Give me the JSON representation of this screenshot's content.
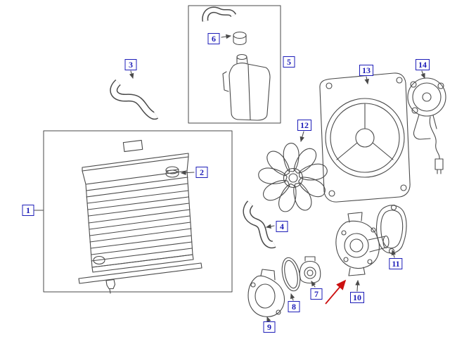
{
  "diagram": {
    "colors": {
      "label": "#1d1db8",
      "line": "#4a4a4a",
      "pointer": "#cc1111",
      "background": "#ffffff"
    },
    "labels": [
      {
        "num": "1"
      },
      {
        "num": "2"
      },
      {
        "num": "3"
      },
      {
        "num": "4"
      },
      {
        "num": "5"
      },
      {
        "num": "6"
      },
      {
        "num": "7"
      },
      {
        "num": "8"
      },
      {
        "num": "9"
      },
      {
        "num": "10"
      },
      {
        "num": "11"
      },
      {
        "num": "12"
      },
      {
        "num": "13"
      },
      {
        "num": "14"
      }
    ]
  }
}
